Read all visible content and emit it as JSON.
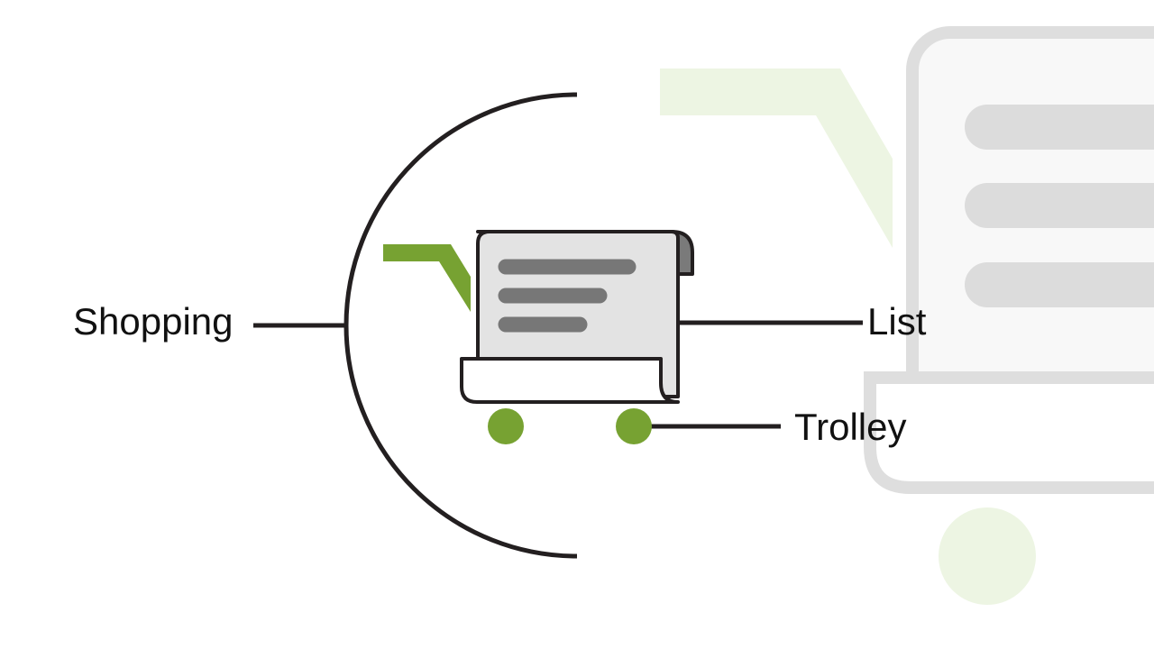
{
  "labels": {
    "shopping": "Shopping",
    "list": "List",
    "trolley": "Trolley"
  },
  "colors": {
    "line": "#231f20",
    "accent_green": "#77a232",
    "paper_fill": "#e3e3e3",
    "paper_fold": "#7a7a7a",
    "list_lines": "#777777",
    "ghost_outline": "#dedede",
    "ghost_fill": "#f8f8f8",
    "ghost_green": "#edf5e3",
    "ghost_bars": "#dcdcdc"
  },
  "icons": {
    "main": "shopping-list-trolley-icon",
    "background": "watermark-trolley-icon"
  }
}
